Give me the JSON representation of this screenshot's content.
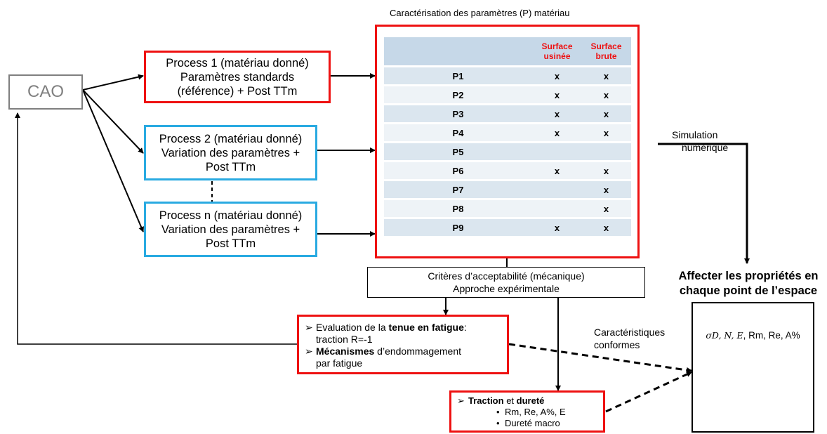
{
  "header_title": "Caractérisation des paramètres (P) matériau",
  "cao_label": "CAO",
  "process1": [
    "Process 1 (matériau donné)",
    "Paramètres standards",
    "(référence) + Post TTm"
  ],
  "process2": [
    "Process 2 (matériau donné)",
    "Variation des paramètres +",
    "Post TTm"
  ],
  "processn": [
    "Process n (matériau donné)",
    "Variation des paramètres +",
    "Post TTm"
  ],
  "table": {
    "col_surface_usinee": [
      "Surface",
      "usinée"
    ],
    "col_surface_brute": [
      "Surface",
      "brute"
    ],
    "rows": [
      {
        "name": "P1",
        "usinee": "x",
        "brute": "x"
      },
      {
        "name": "P2",
        "usinee": "x",
        "brute": "x"
      },
      {
        "name": "P3",
        "usinee": "x",
        "brute": "x"
      },
      {
        "name": "P4",
        "usinee": "x",
        "brute": "x"
      },
      {
        "name": "P5",
        "usinee": "",
        "brute": ""
      },
      {
        "name": "P6",
        "usinee": "x",
        "brute": "x"
      },
      {
        "name": "P7",
        "usinee": "",
        "brute": "x"
      },
      {
        "name": "P8",
        "usinee": "",
        "brute": "x"
      },
      {
        "name": "P9",
        "usinee": "x",
        "brute": "x"
      }
    ]
  },
  "simulation_label": [
    "Simulation",
    "numérique"
  ],
  "criteria": [
    "Critères d’acceptabilité (mécanique)",
    "Approche expérimentale"
  ],
  "affecter_title": [
    "Affecter les propriétés en",
    "chaque point de l’espace"
  ],
  "fatigue": {
    "item1_pre": "Evaluation de la ",
    "item1_bold": "tenue en fatigue",
    "item1_post": ":",
    "item1_line2": "traction R=-1",
    "item2_bold": "Mécanismes",
    "item2_post": " d’endommagement",
    "item2_line2": "par fatigue"
  },
  "caracteristiques_label": [
    "Caractéristiques",
    "conformes"
  ],
  "traction": {
    "title_bold1": "Traction",
    "title_mid": " et ",
    "title_bold2": "dureté",
    "items": [
      "Rm, Re, A%, E",
      "Dureté macro"
    ]
  },
  "properties_label": ", Rm, Re, A%",
  "properties_symbols": "σD, N, E"
}
